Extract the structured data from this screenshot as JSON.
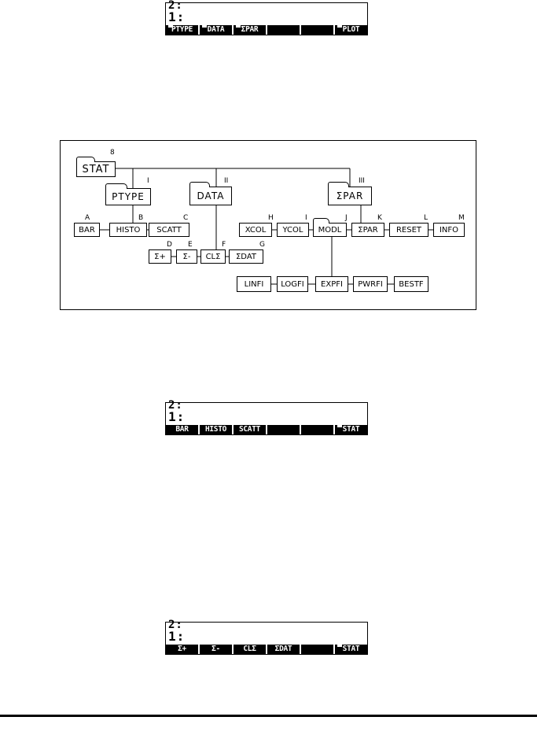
{
  "screens": [
    {
      "level2": "2:",
      "level1": "1:",
      "softkeys": [
        "PTYPE",
        "DATA",
        "ΣPAR",
        "",
        "",
        "PLOT"
      ],
      "dir_keys": [
        true,
        true,
        true,
        false,
        false,
        true
      ]
    },
    {
      "level2": "2:",
      "level1": "1:",
      "softkeys": [
        "BAR",
        "HISTO",
        "SCATT",
        "",
        "",
        "STAT"
      ],
      "dir_keys": [
        false,
        false,
        false,
        false,
        false,
        true
      ]
    },
    {
      "level2": "2:",
      "level1": "1:",
      "softkeys": [
        "Σ+",
        "Σ-",
        "CLΣ",
        "ΣDAT",
        "",
        "STAT"
      ],
      "dir_keys": [
        false,
        false,
        false,
        false,
        false,
        true
      ]
    }
  ],
  "diagram": {
    "root": {
      "label": "STAT",
      "tag": "8"
    },
    "folders": [
      {
        "label": "PTYPE",
        "tag": "I"
      },
      {
        "label": "DATA",
        "tag": "II"
      },
      {
        "label": "ΣPAR",
        "tag": "III"
      }
    ],
    "ptype_items": [
      {
        "label": "BAR",
        "tag": "A"
      },
      {
        "label": "HISTO",
        "tag": "B"
      },
      {
        "label": "SCATT",
        "tag": "C"
      }
    ],
    "data_items": [
      {
        "label": "Σ+",
        "tag": "D"
      },
      {
        "label": "Σ-",
        "tag": "E"
      },
      {
        "label": "CLΣ",
        "tag": "F"
      },
      {
        "label": "ΣDAT",
        "tag": "G"
      }
    ],
    "spar_items": [
      {
        "label": "XCOL",
        "tag": "H"
      },
      {
        "label": "YCOL",
        "tag": "I"
      },
      {
        "label": "MODL",
        "tag": "J"
      },
      {
        "label": "ΣPAR",
        "tag": "K"
      },
      {
        "label": "RESET",
        "tag": "L"
      },
      {
        "label": "INFO",
        "tag": "M"
      }
    ],
    "modl_items": [
      {
        "label": "LINFI"
      },
      {
        "label": "LOGFI"
      },
      {
        "label": "EXPFI"
      },
      {
        "label": "PWRFI"
      },
      {
        "label": "BESTF"
      }
    ]
  }
}
